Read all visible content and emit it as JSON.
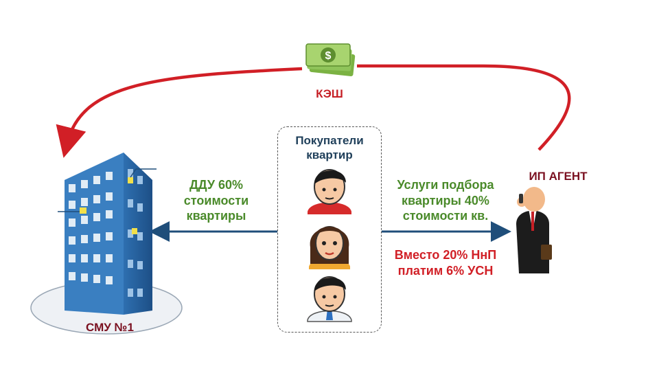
{
  "cash": {
    "label": "КЭШ",
    "icon": "money-icon"
  },
  "buyers": {
    "title": "Покупатели квартир",
    "icons": [
      "man-avatar-icon",
      "woman-avatar-icon",
      "man-avatar-icon"
    ]
  },
  "left_flow": {
    "text": "ДДУ 60% стоимости квартиры"
  },
  "right_flow": {
    "text": "Услуги подбора квартиры 40% стоимости кв.",
    "tax_text": "Вместо 20% НнП платим 6% УСН"
  },
  "agent": {
    "label": "ИП АГЕНТ",
    "icon": "businessman-icon"
  },
  "builder": {
    "label": "СМУ №1",
    "icon": "building-icon"
  },
  "colors": {
    "cash_arrow": "#d11f26",
    "flow_arrow": "#1f4e7a",
    "green_text": "#4a8a2a",
    "red_text": "#d11f26",
    "dark_red": "#7a1020",
    "building_blue": "#3a7fc1"
  }
}
